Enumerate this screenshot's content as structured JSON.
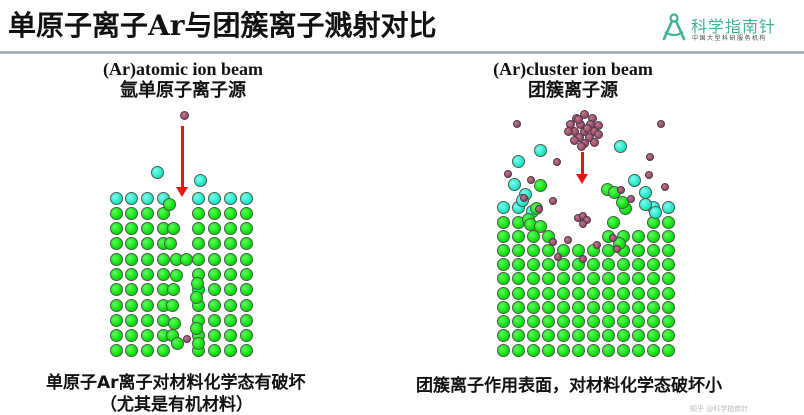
{
  "slide": {
    "title": "单原子离子Ar与团簇离子溅射对比"
  },
  "logo": {
    "name": "科学指南针",
    "subtitle": "中国大型科研服务机构",
    "icon": "compass-icon",
    "color": "#3fb39a"
  },
  "colors": {
    "substrate_atom": "#10e010",
    "surface_atom": "#22e8c8",
    "argon_ion": "#9a4a5e",
    "arrow": "#ee1111",
    "divider": "#8f99aa"
  },
  "left_panel": {
    "heading_en": "(Ar)atomic ion beam",
    "heading_zh": "氩单原子离子源",
    "caption_line1": "单原子Ar离子对材料化学态有破坏",
    "caption_line2": "（尤其是有机材料）"
  },
  "right_panel": {
    "heading_en": "(Ar)cluster ion beam",
    "heading_zh": "团簇离子源",
    "caption": "团簇离子作用表面，对材料化学态破坏小"
  },
  "watermark": "知乎 @科学指南针"
}
